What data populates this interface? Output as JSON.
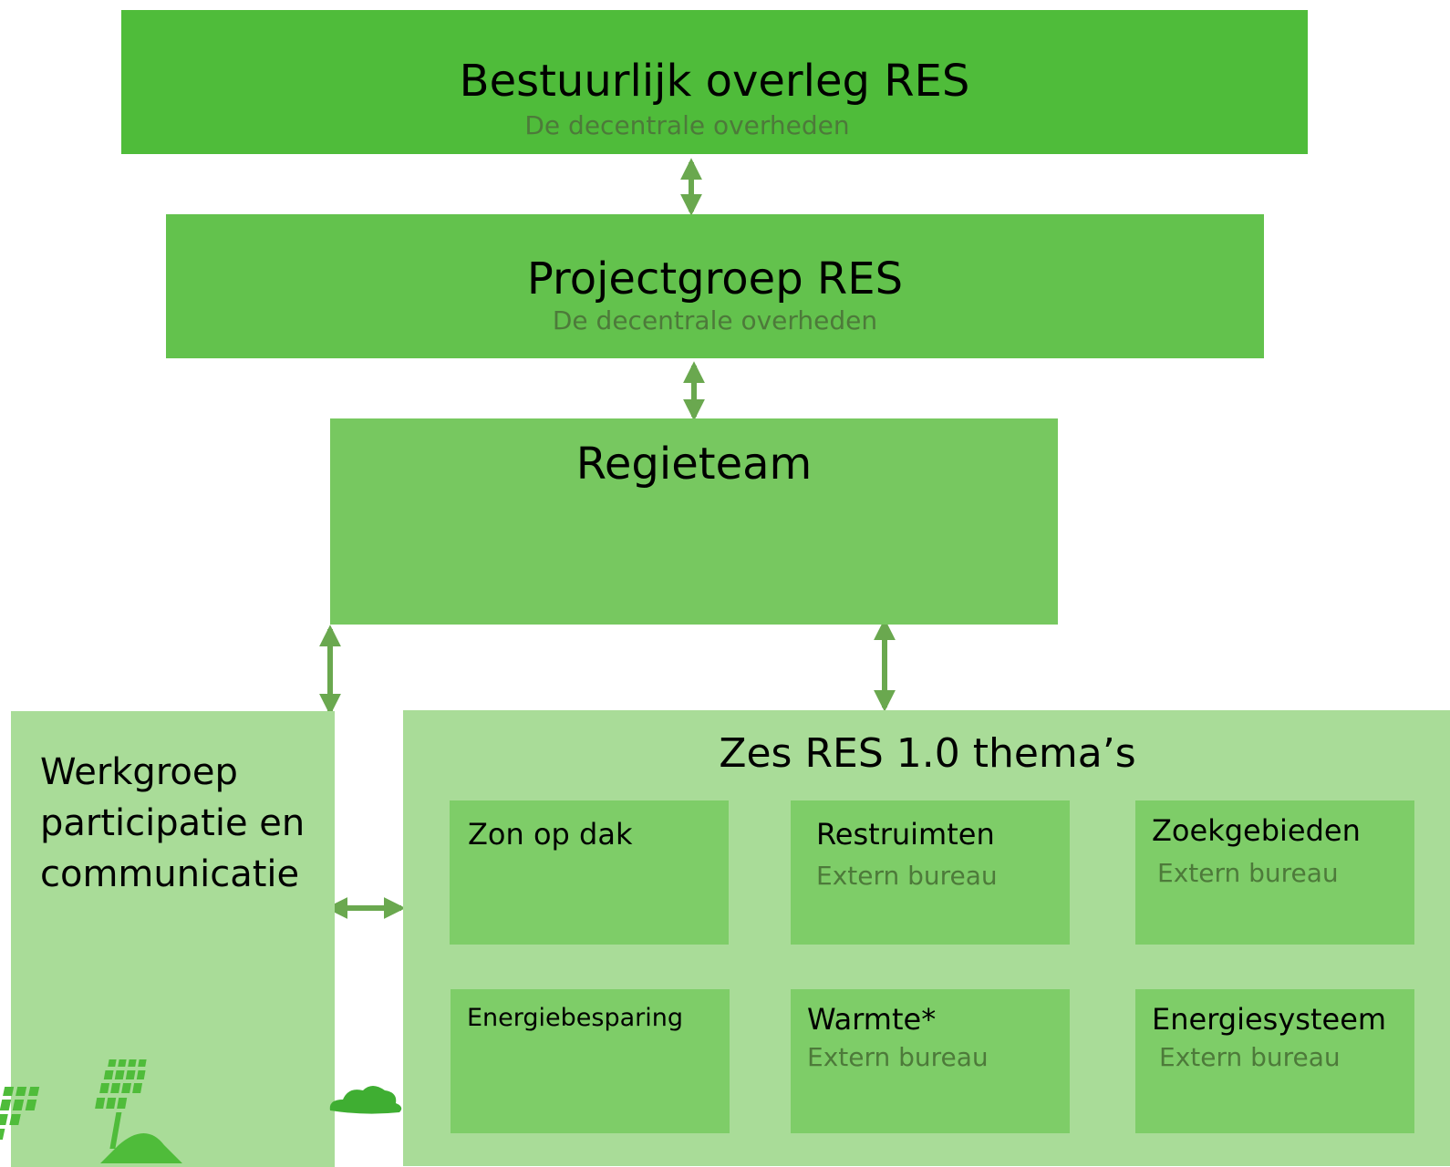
{
  "diagram": {
    "bestuurlijk": {
      "title": "Bestuurlijk overleg RES",
      "subtitle": "De decentrale overheden"
    },
    "projectgroep": {
      "title": "Projectgroep RES",
      "subtitle": "De decentrale overheden"
    },
    "regieteam": {
      "title": "Regieteam"
    },
    "werkgroep": {
      "line1": "Werkgroep",
      "line2": "participatie en",
      "line3": "communicatie"
    },
    "themas": {
      "title": "Zes RES 1.0 thema’s",
      "items": [
        {
          "title": "Zon op dak",
          "subtitle": ""
        },
        {
          "title": "Restruimten",
          "subtitle": "Extern bureau"
        },
        {
          "title": "Zoekgebieden",
          "subtitle": "Extern bureau"
        },
        {
          "title": "Energiebesparing",
          "subtitle": ""
        },
        {
          "title": "Warmte*",
          "subtitle": "Extern bureau"
        },
        {
          "title": "Energiesysteem",
          "subtitle": "Extern bureau"
        }
      ]
    }
  },
  "colors": {
    "level1": "#4fbc3a",
    "level2": "#63c24d",
    "level3": "#77c860",
    "panel": "#a9dc98",
    "theme": "#7ecd68",
    "arrow": "#6aa84f",
    "subtitle": "#4d7a3a"
  },
  "icons": [
    "solar-panel-icon",
    "cloud-icon"
  ]
}
